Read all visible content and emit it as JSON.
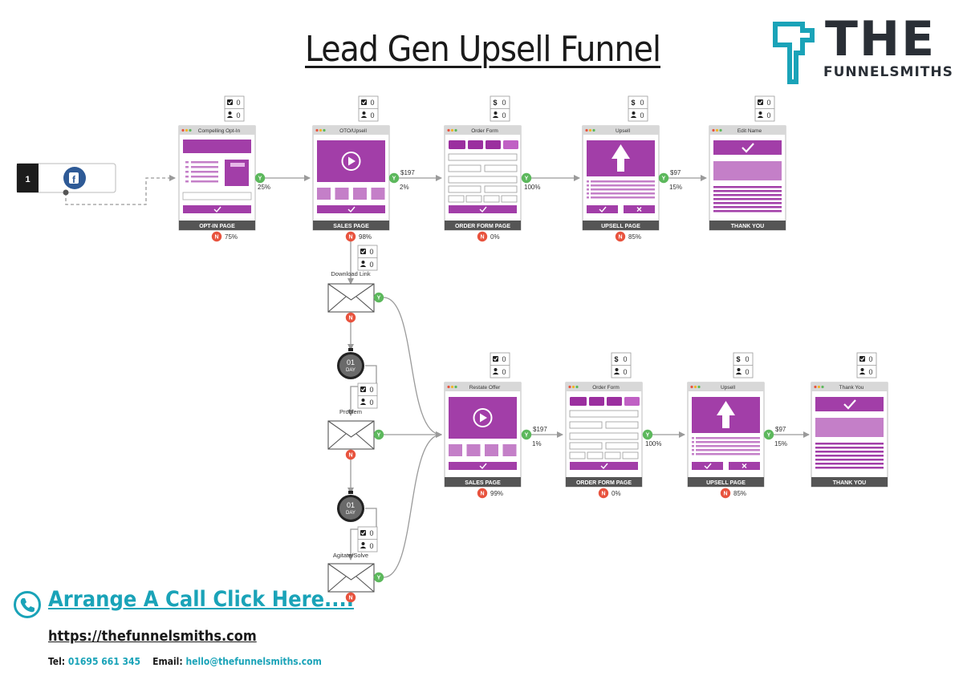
{
  "title": "Lead Gen Upsell Funnel",
  "logo": {
    "word": "THE",
    "sub": "FUNNELSMITHS"
  },
  "colors": {
    "purple": "#a23ea8",
    "light_purple": "#c47fc8",
    "teal": "#1aa3b8",
    "dark_bar": "#555555",
    "yes": "#5cb85c",
    "no": "#e8533e"
  },
  "source": {
    "number": "1",
    "icon": "facebook-icon"
  },
  "pages": [
    {
      "id": "p1",
      "header": "Compelling Opt-In",
      "footer": "OPT-IN PAGE",
      "kind": "optin",
      "stat1_icon": "check-icon",
      "stat1": "0",
      "stat2": "0",
      "no_rate": "75%"
    },
    {
      "id": "p2",
      "header": "OTO/Upsell",
      "footer": "SALES PAGE",
      "kind": "sales",
      "stat1_icon": "check-icon",
      "stat1": "0",
      "stat2": "0",
      "no_rate": "98%"
    },
    {
      "id": "p3",
      "header": "Order Form",
      "footer": "ORDER FORM PAGE",
      "kind": "order",
      "stat1_icon": "dollar-icon",
      "stat1": "0",
      "stat2": "0",
      "no_rate": "0%"
    },
    {
      "id": "p4",
      "header": "Upsell",
      "footer": "UPSELL PAGE",
      "kind": "upsell",
      "stat1_icon": "dollar-icon",
      "stat1": "0",
      "stat2": "0",
      "no_rate": "85%"
    },
    {
      "id": "p5",
      "header": "Edit Name",
      "footer": "THANK YOU",
      "kind": "thanks",
      "stat1_icon": "check-icon",
      "stat1": "0",
      "stat2": "0",
      "no_rate": ""
    },
    {
      "id": "p6",
      "header": "Restate Offer",
      "footer": "SALES PAGE",
      "kind": "sales",
      "stat1_icon": "check-icon",
      "stat1": "0",
      "stat2": "0",
      "no_rate": "99%"
    },
    {
      "id": "p7",
      "header": "Order Form",
      "footer": "ORDER FORM PAGE",
      "kind": "order",
      "stat1_icon": "dollar-icon",
      "stat1": "0",
      "stat2": "0",
      "no_rate": "0%"
    },
    {
      "id": "p8",
      "header": "Upsell",
      "footer": "UPSELL PAGE",
      "kind": "upsell",
      "stat1_icon": "dollar-icon",
      "stat1": "0",
      "stat2": "0",
      "no_rate": "85%"
    },
    {
      "id": "p9",
      "header": "Thank You",
      "footer": "THANK YOU",
      "kind": "thanks",
      "stat1_icon": "check-icon",
      "stat1": "0",
      "stat2": "0",
      "no_rate": ""
    }
  ],
  "transitions": [
    {
      "from": "p1",
      "to": "p2",
      "price": "",
      "rate": "25%"
    },
    {
      "from": "p2",
      "to": "p3",
      "price": "$197",
      "rate": "2%"
    },
    {
      "from": "p3",
      "to": "p4",
      "price": "",
      "rate": "100%"
    },
    {
      "from": "p4",
      "to": "p5",
      "price": "$97",
      "rate": "15%"
    },
    {
      "from": "p6",
      "to": "p7",
      "price": "$197",
      "rate": "1%"
    },
    {
      "from": "p7",
      "to": "p8",
      "price": "",
      "rate": "100%"
    },
    {
      "from": "p8",
      "to": "p9",
      "price": "$97",
      "rate": "15%"
    }
  ],
  "emails": [
    {
      "label": "Download Link",
      "stat1": "0",
      "stat2": "0"
    },
    {
      "label": "Problem",
      "stat1": "0",
      "stat2": "0"
    },
    {
      "label": "Agitate/Solve",
      "stat1": "0",
      "stat2": "0"
    }
  ],
  "delays": [
    {
      "line1": "01",
      "line2": "DAY"
    },
    {
      "line1": "01",
      "line2": "DAY"
    }
  ],
  "yes_label": "Y",
  "no_label": "N",
  "cta": {
    "call": "Arrange A Call Click Here....",
    "url": "https://thefunnelsmiths.com",
    "tel_label": "Tel:",
    "tel": "01695 661 345",
    "email_label": "Email:",
    "email": "hello@thefunnelsmiths.com"
  }
}
